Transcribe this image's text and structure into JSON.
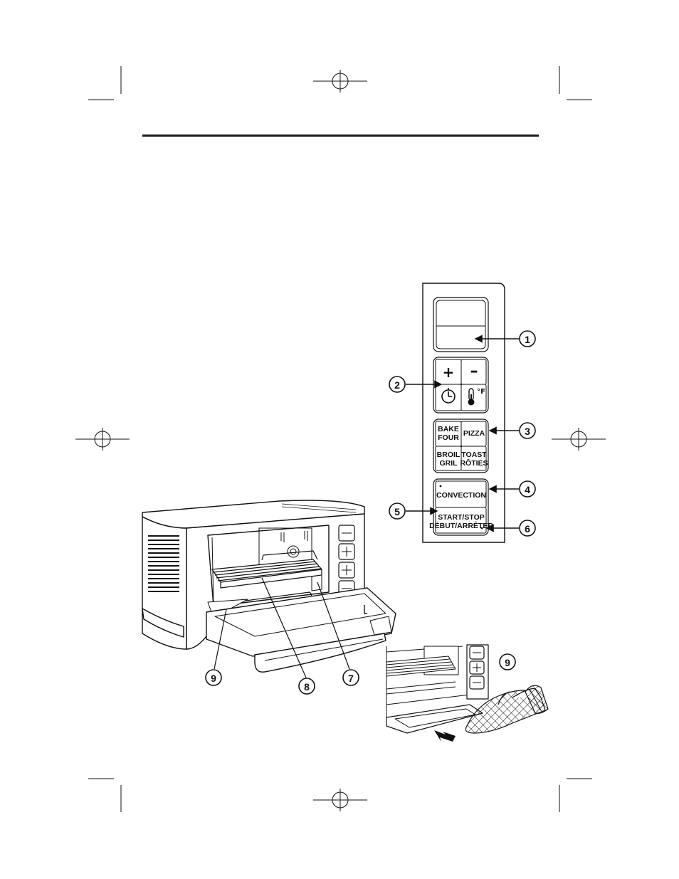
{
  "control_panel": {
    "buttons": {
      "plus": "+",
      "minus": "–",
      "temp_unit": "°F",
      "bake_line1": "BAKE",
      "bake_line2": "FOUR",
      "pizza": "PIZZA",
      "broil_line1": "BROIL",
      "broil_line2": "GRIL",
      "toast_line1": "TOAST",
      "toast_line2": "RÔTIES",
      "convection": "CONVECTION",
      "startstop_line1": "START/STOP",
      "startstop_line2": "DÉBUT/ARRÊTER"
    }
  },
  "callouts": {
    "c1": "1",
    "c2": "2",
    "c3": "3",
    "c4": "4",
    "c5": "5",
    "c6": "6",
    "c7": "7",
    "c8": "8",
    "c9": "9",
    "c9b": "9"
  },
  "icons": [
    "registration-mark-icon",
    "clock-icon",
    "thermometer-icon",
    "oven-illustration-icon",
    "oven-mitt-illustration-icon",
    "arrow-icon"
  ],
  "colors": {
    "ink": "#111111",
    "panel_fill": "#ffffff",
    "rule": "#1a1a1a"
  }
}
